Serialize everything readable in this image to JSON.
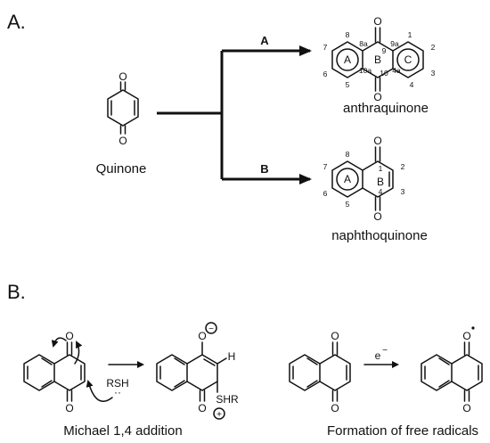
{
  "panels": {
    "a": "A.",
    "b": "B."
  },
  "labels": {
    "quinone": "Quinone",
    "anthraquinone": "anthraquinone",
    "naphthoquinone": "naphthoquinone",
    "path_a": "A",
    "path_b": "B",
    "michael": "Michael 1,4 addition",
    "radicals": "Formation of free radicals"
  },
  "atoms": {
    "oxygen": "O",
    "hydrogen": "H",
    "rsh": "RSH",
    "shr": "SHR",
    "electron": "e",
    "minus": "−",
    "plus": "+"
  },
  "rings": {
    "a": "A",
    "b": "B",
    "c": "C"
  },
  "anthraquinone_numbers": [
    "1",
    "2",
    "3",
    "4",
    "4a",
    "5",
    "6",
    "7",
    "8",
    "8a",
    "9",
    "9a",
    "10",
    "10a"
  ],
  "naphthoquinone_numbers": [
    "1",
    "2",
    "3",
    "4",
    "5",
    "6",
    "7",
    "8"
  ],
  "colors": {
    "line": "#111111",
    "background": "#ffffff"
  }
}
